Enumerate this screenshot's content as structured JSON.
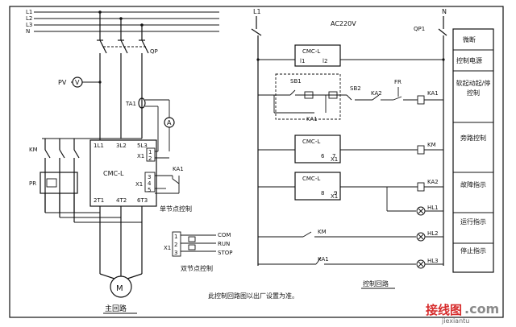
{
  "main_circuit": {
    "phase_lines": [
      "L1",
      "L2",
      "L3",
      "N"
    ],
    "breaker": "QP",
    "voltmeter_label": "PV",
    "voltmeter_symbol": "V",
    "ct_label": "TA1",
    "ammeter_symbol": "A",
    "contactor_label": "KM",
    "bypass_label": "PR",
    "controller": {
      "name": "CMC-L",
      "inputs": [
        "1L1",
        "3L2",
        "5L3"
      ],
      "outputs": [
        "2T1",
        "4T2",
        "6T3"
      ],
      "x1_terminals": [
        "1",
        "2"
      ],
      "x1_label": "X1",
      "x1b_terminals": [
        "3",
        "4",
        "5"
      ],
      "x1b_label": "X1"
    },
    "ka1_label": "KA1",
    "single_node_caption": "单节点控制",
    "double_node": {
      "x1_label": "X1",
      "terminals": [
        "1",
        "2",
        "3"
      ],
      "labels": [
        "COM",
        "RUN",
        "STOP"
      ],
      "caption": "双节点控制"
    },
    "motor_symbol": "M",
    "caption": "主回路"
  },
  "control_circuit": {
    "left_line": "L1",
    "right_line": "N",
    "supply": "AC220V",
    "breaker": "QP1",
    "power_block": {
      "name": "CMC-L",
      "terminals": [
        "l1",
        "l2"
      ]
    },
    "sb1": "SB1",
    "sb2": "SB2",
    "ka2": "KA2",
    "fr": "FR",
    "ka1_coil": "KA1",
    "ka1_contact": "KA1",
    "bypass_block": {
      "name": "CMC-L",
      "terminals": [
        "6",
        "7"
      ],
      "x1": "X1"
    },
    "km_coil": "KM",
    "fault_block": {
      "name": "CMC-L",
      "terminals": [
        "8",
        "9"
      ],
      "x1": "X1"
    },
    "ka2_coil": "KA2",
    "hl1": "HL1",
    "km_contact": "KM",
    "hl2": "HL2",
    "ka1_contact2": "KA1",
    "hl3": "HL3",
    "caption": "控制回路"
  },
  "legend_items": [
    {
      "label": "微断"
    },
    {
      "label": "控制电源"
    },
    {
      "label": "软起动起/停控制"
    },
    {
      "label": "旁路控制"
    },
    {
      "label": "故障指示"
    },
    {
      "label": "运行指示"
    },
    {
      "label": "停止指示"
    }
  ],
  "footer_note": "此控制回路图以出厂设置为准。",
  "watermark": {
    "text": "接线图",
    "suffix": ".com",
    "url": "jiexiantu"
  }
}
